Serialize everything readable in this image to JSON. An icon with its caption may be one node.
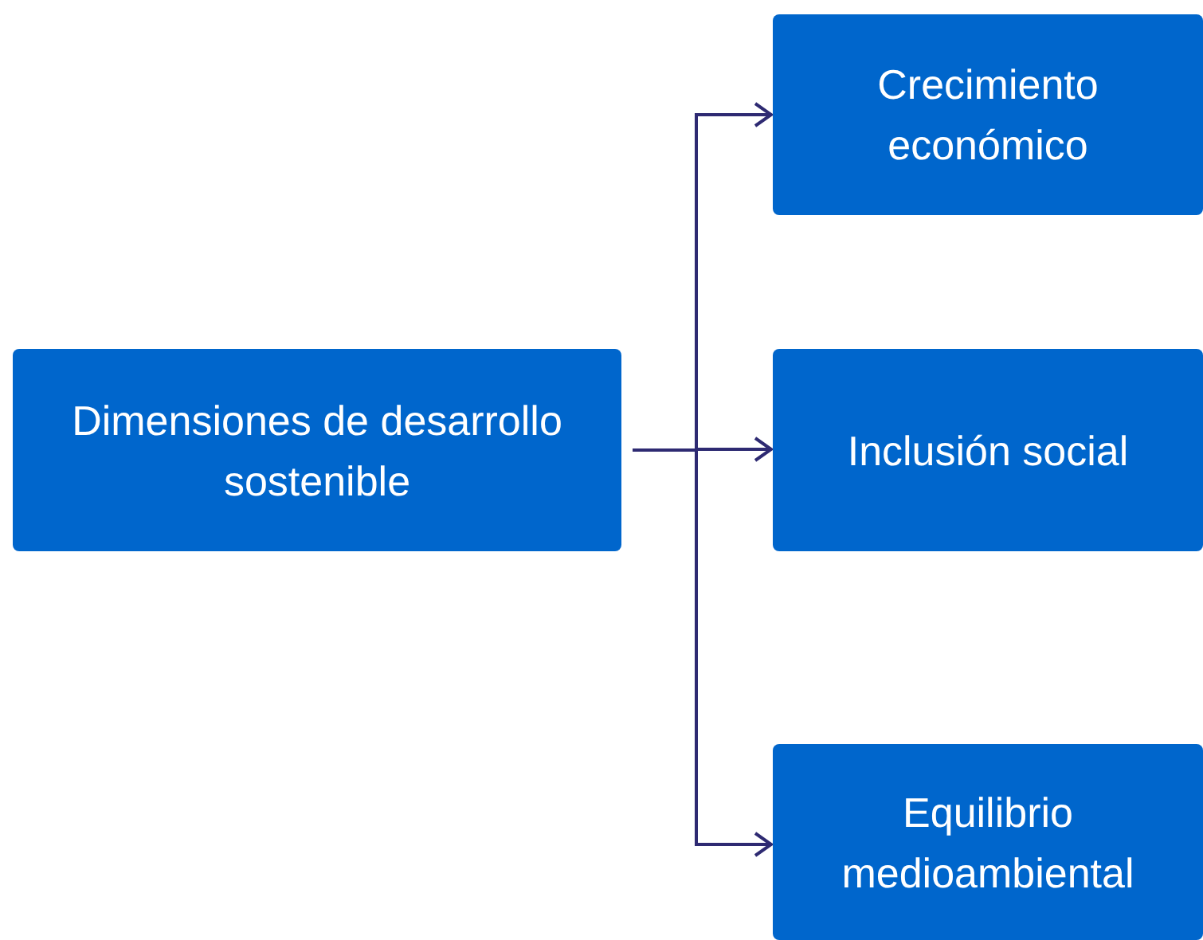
{
  "diagram": {
    "nodes": [
      {
        "text": [
          "Dimensiones de desarrollo sostenible"
        ]
      },
      {
        "text": [
          "Crecimiento económico"
        ]
      },
      {
        "text": [
          "Inclusión social"
        ]
      },
      {
        "text": [
          "Equilibrio medioambiental"
        ]
      }
    ],
    "edges": [
      {
        "from": 0,
        "to": 1,
        "arrow": "to"
      },
      {
        "from": 0,
        "to": 2,
        "arrow": "to"
      },
      {
        "from": 0,
        "to": 3,
        "arrow": "to"
      }
    ]
  }
}
